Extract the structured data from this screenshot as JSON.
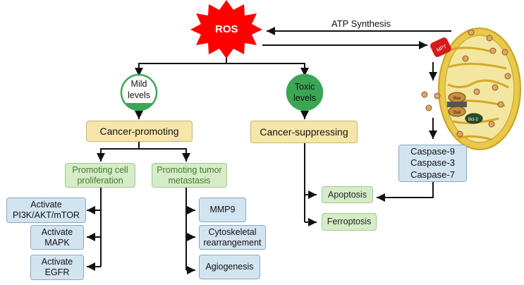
{
  "ros": "ROS",
  "atp_synthesis": "ATP Synthesis",
  "mild": {
    "line1": "Mild",
    "line2": "levels"
  },
  "toxic": {
    "line1": "Toxic",
    "line2": "levels"
  },
  "cancer_promoting": "Cancer-promoting",
  "cancer_suppressing": "Cancer-suppressing",
  "promoting_cell_proliferation": [
    "Promoting cell",
    "proliferation"
  ],
  "promoting_tumor_metastasis": [
    "Promoting tumor",
    "metastasis"
  ],
  "activate_pi3k": [
    "Activate",
    "PI3K/AKT/mTOR"
  ],
  "activate_mapk": [
    "Activate",
    "MAPK"
  ],
  "activate_egfr": [
    "Activate",
    "EGFR"
  ],
  "mmp9": "MMP9",
  "cytoskeletal": [
    "Cytoskeletal",
    "rearrangement"
  ],
  "angiogenesis": "Agiogenesis",
  "apoptosis": "Apoptosis",
  "ferroptosis": "Ferroptosis",
  "caspases": [
    "Caspase-9",
    "Caspase-3",
    "Caspase-7"
  ],
  "mitochondria_labels": {
    "mpt": "MPT",
    "bax": "Bax",
    "bak": "Bak",
    "bcl2": "Bcl-2"
  },
  "colors": {
    "ros": "#ff0000",
    "circle_green": "#3aa655",
    "yellow_box": "#f6e6a9",
    "green_box": "#d6ecc8",
    "blue_box": "#d3e4f1",
    "mito_outer": "#e6c53a",
    "mito_inner": "#f3e6a0"
  }
}
